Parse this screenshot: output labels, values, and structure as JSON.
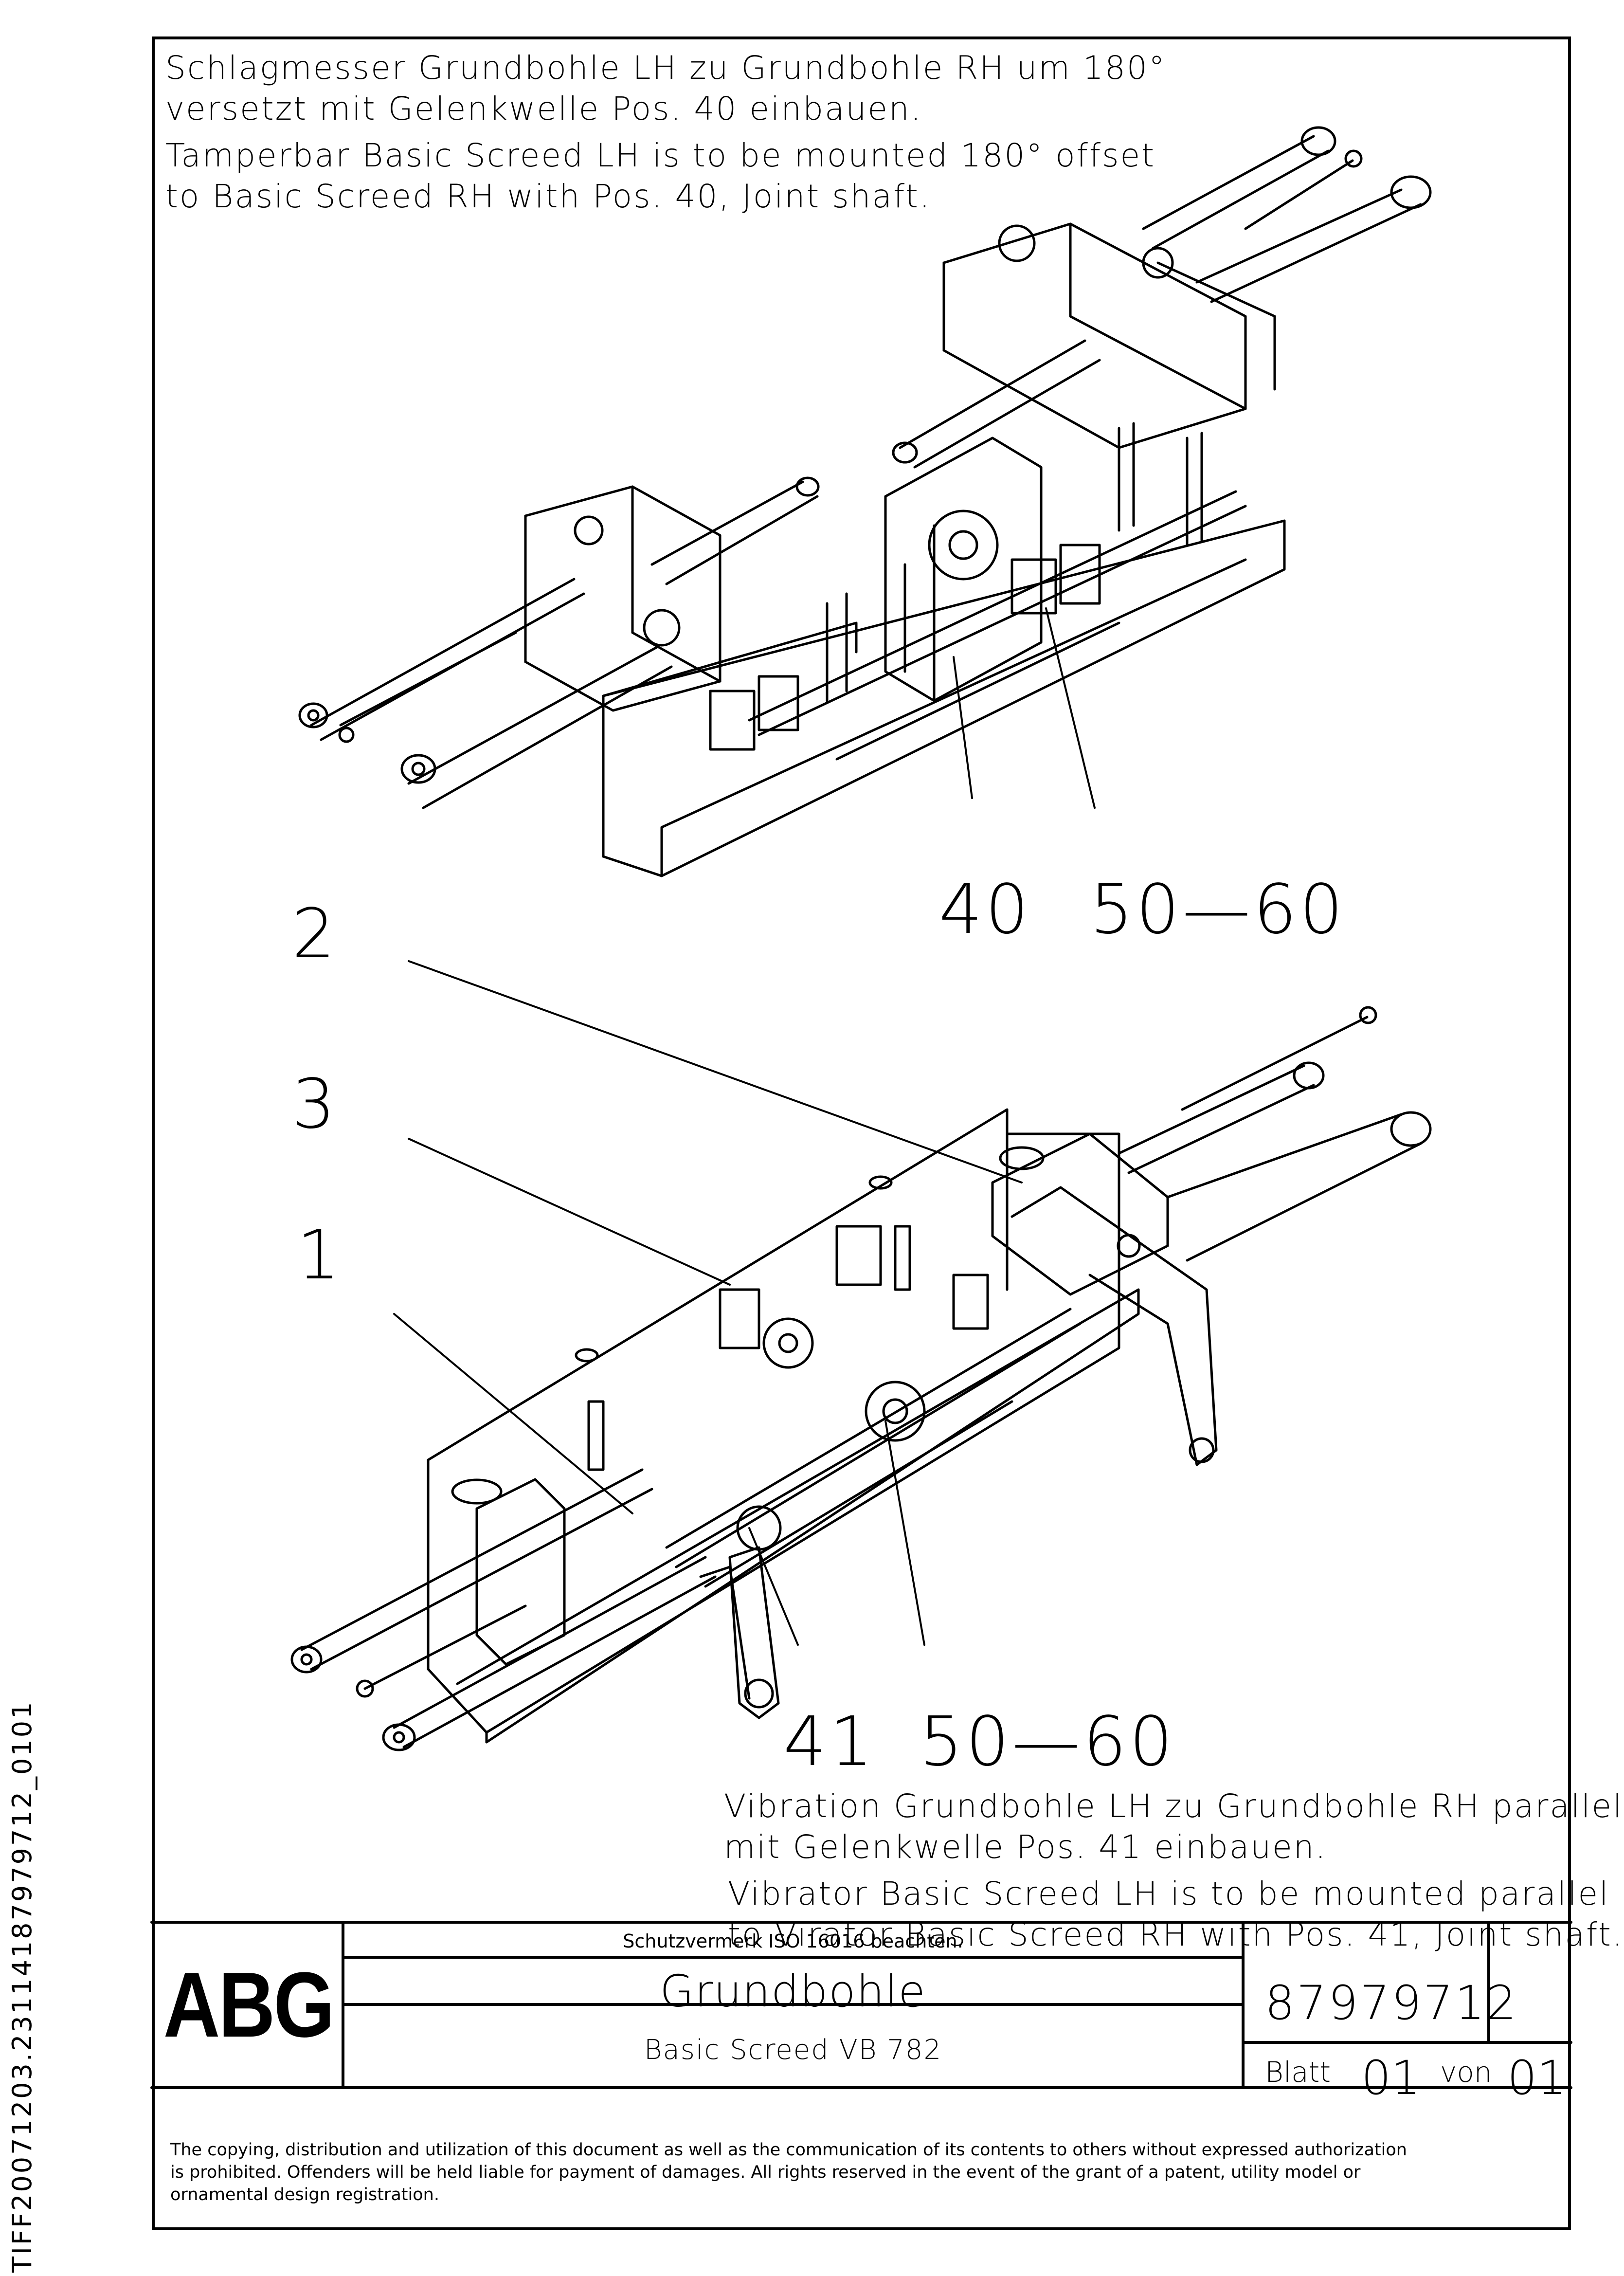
{
  "notes": {
    "top_de": [
      "Schlagmesser Grundbohle LH zu Grundbohle RH um 180°",
      "versetzt mit Gelenkwelle Pos. 40 einbauen."
    ],
    "top_en": [
      "Tamperbar Basic Screed LH is to be mounted 180° offset",
      "to Basic Screed RH with Pos. 40, Joint shaft."
    ],
    "bottom_de": [
      "Vibration Grundbohle LH zu Grundbohle RH parallel",
      "mit Gelenkwelle Pos. 41 einbauen."
    ],
    "bottom_en": [
      "Vibrator Basic Screed LH is to be mounted parallel",
      "to Virator Basic Screed RH with Pos. 41, Joint shaft."
    ]
  },
  "callouts": {
    "c40": "40",
    "c50_60_top": "50—60",
    "c2": "2",
    "c3": "3",
    "c1": "1",
    "c41": "41",
    "c50_60_bottom": "50—60"
  },
  "title_block": {
    "logo": "ABG",
    "protection_note": "Schutzvermerk ISO 16016 beachten.",
    "title": "Grundbohle",
    "subtitle": "Basic Screed VB 782",
    "doc_number": "87979712",
    "sheet_label": "Blatt",
    "sheet_number": "01",
    "of_label": "von",
    "sheet_total": "01"
  },
  "copyright": [
    "The copying, distribution and utilization of this document as well as the communication of its contents to others without expressed authorization",
    "is prohibited. Offenders will be held liable for payment of damages. All rights reserved in the event of the grant of a patent, utility model or",
    "ornamental design registration."
  ],
  "side_code": "TIFF20071203.23114187979712_0101",
  "colors": {
    "ink": "#000000",
    "paper": "#ffffff"
  }
}
